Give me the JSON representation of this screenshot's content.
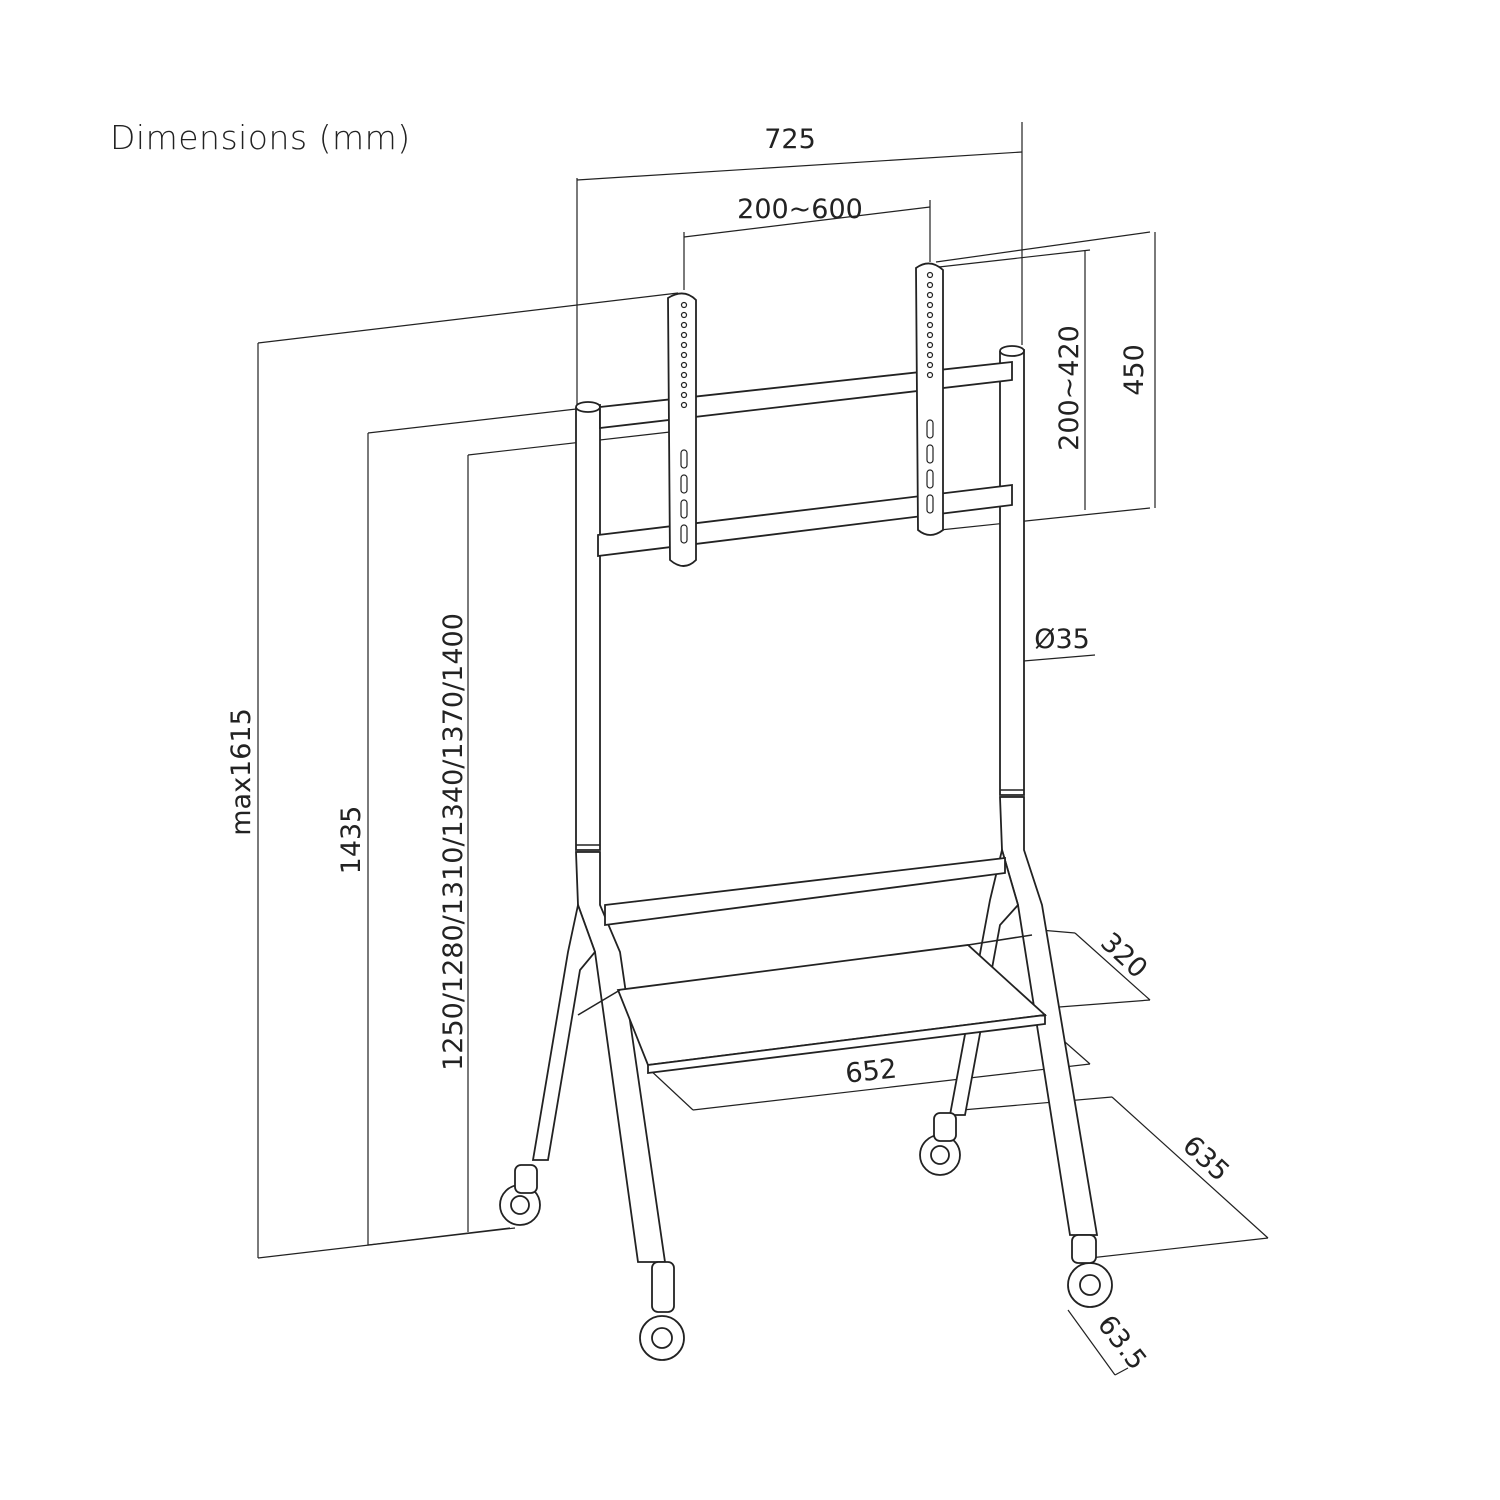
{
  "title": "Dimensions (mm)",
  "dimensions": {
    "overall_width": "725",
    "vesa_horizontal": "200~600",
    "vesa_vertical": "200~420",
    "bracket_height": "450",
    "pole_diameter": "Ø35",
    "max_height": "max1615",
    "height_1435": "1435",
    "height_options": "1250/1280/1310/1340/1370/1400",
    "shelf_depth": "320",
    "shelf_width": "652",
    "base_depth": "635",
    "caster_diameter": "63.5"
  },
  "colors": {
    "line": "#222222",
    "background": "#ffffff"
  }
}
